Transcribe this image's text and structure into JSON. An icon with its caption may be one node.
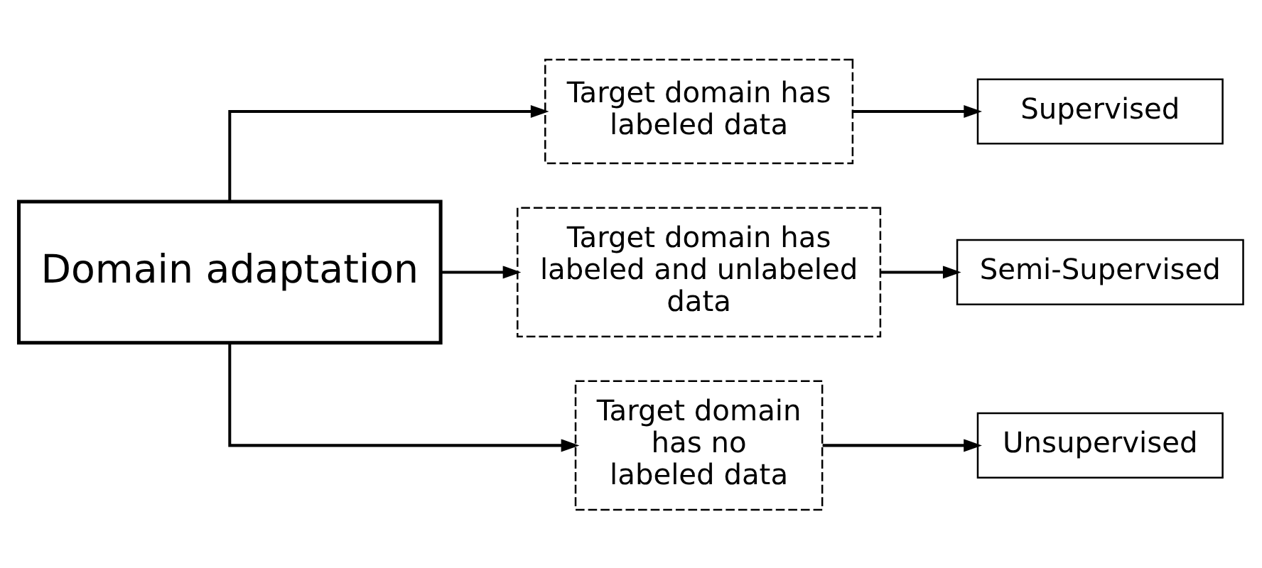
{
  "diagram": {
    "nodes": [
      {
        "text": [
          "Domain adaptation"
        ]
      },
      {
        "text": [
          "Target domain has labeled data"
        ]
      },
      {
        "text": [
          "Target domain has labeled and unlabeled data"
        ]
      },
      {
        "text": [
          "Target domain has no labeled data"
        ]
      },
      {
        "text": [
          "Supervised"
        ]
      },
      {
        "text": [
          "Semi-Supervised"
        ]
      },
      {
        "text": [
          "Unsupervised"
        ]
      }
    ],
    "edges": [
      {
        "from": 0,
        "to": 1,
        "arrow": "to"
      },
      {
        "from": 0,
        "to": 2,
        "arrow": "to"
      },
      {
        "from": 0,
        "to": 3,
        "arrow": "to"
      },
      {
        "from": 1,
        "to": 4,
        "arrow": "to"
      },
      {
        "from": 2,
        "to": 5,
        "arrow": "to"
      },
      {
        "from": 3,
        "to": 6,
        "arrow": "to"
      }
    ]
  }
}
